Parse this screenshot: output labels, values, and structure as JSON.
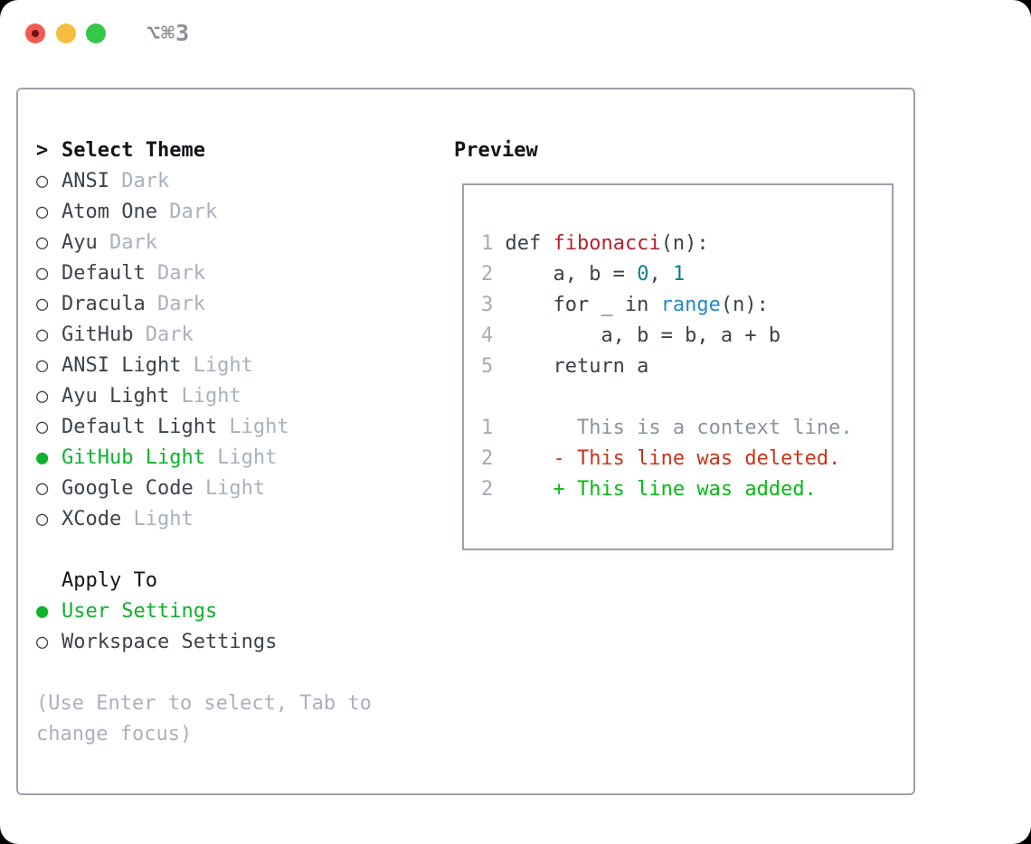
{
  "window": {
    "title": "⌥⌘3",
    "traffic_lights": [
      "close",
      "minimize",
      "zoom"
    ]
  },
  "colors": {
    "accent_green": "#0db32c",
    "diff_added_green": "#03bd16",
    "diff_deleted_red": "#c8341a",
    "function_red": "#b3232c",
    "number_teal": "#0d808d",
    "builtin_blue": "#2289c7",
    "code_text": "#3a4149",
    "item_text": "#3d434b",
    "muted_gray": "#a9b1bc",
    "context_gray": "#8b939e",
    "line_number_gray": "#a4acb8",
    "header_text": "#111418",
    "panel_border": "#99a1ab",
    "titlebar_text": "#8b9097",
    "traffic_red": "#f05c50",
    "traffic_yellow": "#f8bd3f",
    "traffic_green": "#35c748"
  },
  "theme_panel": {
    "header": {
      "prompt": ">",
      "label": "Select Theme"
    },
    "items": [
      {
        "marker": "○",
        "name": "ANSI",
        "tag": "Dark",
        "selected": false
      },
      {
        "marker": "○",
        "name": "Atom One",
        "tag": "Dark",
        "selected": false
      },
      {
        "marker": "○",
        "name": "Ayu",
        "tag": "Dark",
        "selected": false
      },
      {
        "marker": "○",
        "name": "Default",
        "tag": "Dark",
        "selected": false
      },
      {
        "marker": "○",
        "name": "Dracula",
        "tag": "Dark",
        "selected": false
      },
      {
        "marker": "○",
        "name": "GitHub",
        "tag": "Dark",
        "selected": false
      },
      {
        "marker": "○",
        "name": "ANSI Light",
        "tag": "Light",
        "selected": false
      },
      {
        "marker": "○",
        "name": "Ayu Light",
        "tag": "Light",
        "selected": false
      },
      {
        "marker": "○",
        "name": "Default Light",
        "tag": "Light",
        "selected": false
      },
      {
        "marker": "●",
        "name": "GitHub Light",
        "tag": "Light",
        "selected": true
      },
      {
        "marker": "○",
        "name": "Google Code",
        "tag": "Light",
        "selected": false
      },
      {
        "marker": "○",
        "name": "XCode",
        "tag": "Light",
        "selected": false
      }
    ]
  },
  "apply_to": {
    "header": "Apply To",
    "items": [
      {
        "marker": "●",
        "label": "User Settings",
        "selected": true
      },
      {
        "marker": "○",
        "label": "Workspace Settings",
        "selected": false
      }
    ]
  },
  "help_text": "(Use Enter to select, Tab to\nchange focus)",
  "preview": {
    "label": "Preview",
    "code_lines": [
      {
        "num": "1",
        "segments": [
          {
            "t": " def ",
            "c": "code"
          },
          {
            "t": "fibonacci",
            "c": "function"
          },
          {
            "t": "(n):",
            "c": "code"
          }
        ]
      },
      {
        "num": "2",
        "segments": [
          {
            "t": "     a, b = ",
            "c": "code"
          },
          {
            "t": "0",
            "c": "number"
          },
          {
            "t": ", ",
            "c": "code"
          },
          {
            "t": "1",
            "c": "number"
          }
        ]
      },
      {
        "num": "3",
        "segments": [
          {
            "t": "     for _ in ",
            "c": "code"
          },
          {
            "t": "range",
            "c": "builtin"
          },
          {
            "t": "(n):",
            "c": "code"
          }
        ]
      },
      {
        "num": "4",
        "segments": [
          {
            "t": "         a, b = b, a + b",
            "c": "code"
          }
        ]
      },
      {
        "num": "5",
        "segments": [
          {
            "t": "     return a",
            "c": "code"
          }
        ]
      }
    ],
    "diff_lines": [
      {
        "num": "1",
        "text": "       This is a context line.",
        "kind": "context"
      },
      {
        "num": "2",
        "text": "     - This line was deleted.",
        "kind": "deleted"
      },
      {
        "num": "2",
        "text": "     + This line was added.",
        "kind": "added"
      }
    ]
  }
}
